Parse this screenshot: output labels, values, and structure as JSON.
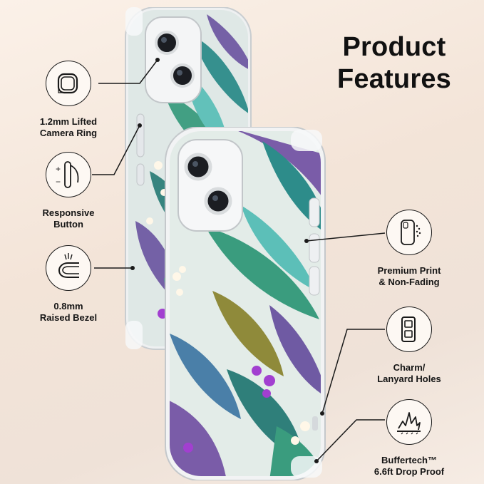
{
  "header": {
    "title_line1": "Product",
    "title_line2": "Features"
  },
  "features_left": [
    {
      "icon": "lifted-camera-ring-icon",
      "line1": "1.2mm Lifted",
      "line2": "Camera Ring"
    },
    {
      "icon": "responsive-button-icon",
      "line1": "Responsive",
      "line2": "Button"
    },
    {
      "icon": "raised-bezel-icon",
      "line1": "0.8mm",
      "line2": "Raised Bezel"
    }
  ],
  "features_right": [
    {
      "icon": "premium-print-icon",
      "line1": "Premium Print",
      "line2": "& Non-Fading"
    },
    {
      "icon": "lanyard-holes-icon",
      "line1": "Charm/",
      "line2": "Lanyard Holes"
    },
    {
      "icon": "drop-proof-icon",
      "line1": "Buffertech™",
      "line2": "6.6ft Drop Proof"
    }
  ],
  "colors": {
    "background": "#f3e4d8",
    "text": "#111111",
    "leaf_teal": "#2f8f8a",
    "leaf_purple": "#7a5ca8",
    "leaf_olive": "#8f8a3a",
    "flower_violet": "#a23fd0"
  }
}
